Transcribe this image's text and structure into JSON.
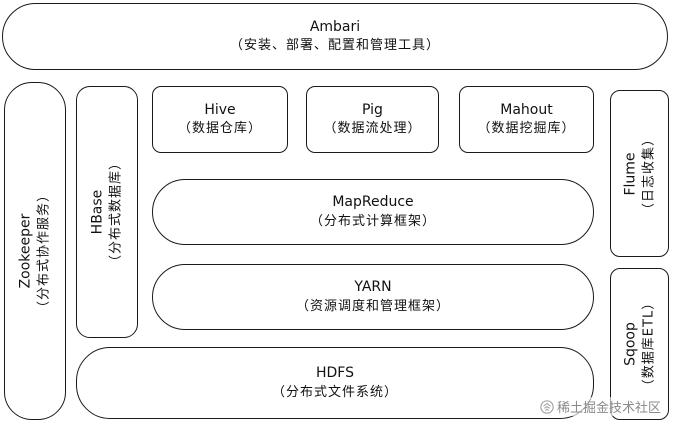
{
  "nodes": {
    "ambari": {
      "name": "Ambari",
      "desc": "（安装、部署、配置和管理工具）"
    },
    "hive": {
      "name": "Hive",
      "desc": "（数据仓库）"
    },
    "pig": {
      "name": "Pig",
      "desc": "（数据流处理）"
    },
    "mahout": {
      "name": "Mahout",
      "desc": "（数据挖掘库）"
    },
    "mapreduce": {
      "name": "MapReduce",
      "desc": "（分布式计算框架）"
    },
    "yarn": {
      "name": "YARN",
      "desc": "（资源调度和管理框架）"
    },
    "hdfs": {
      "name": "HDFS",
      "desc": "（分布式文件系统）"
    },
    "zookeeper": {
      "name": "Zookeeper",
      "desc": "（分布式协作服务）"
    },
    "hbase": {
      "name": "HBase",
      "desc": "（分布式数据库）"
    },
    "flume": {
      "name": "Flume",
      "desc": "（日志收集）"
    },
    "sqoop": {
      "name": "Sqoop",
      "desc": "（数据库ETL）"
    }
  },
  "watermark": {
    "text": "稀土掘金技术社区",
    "icon": "juejin-logo-icon"
  }
}
